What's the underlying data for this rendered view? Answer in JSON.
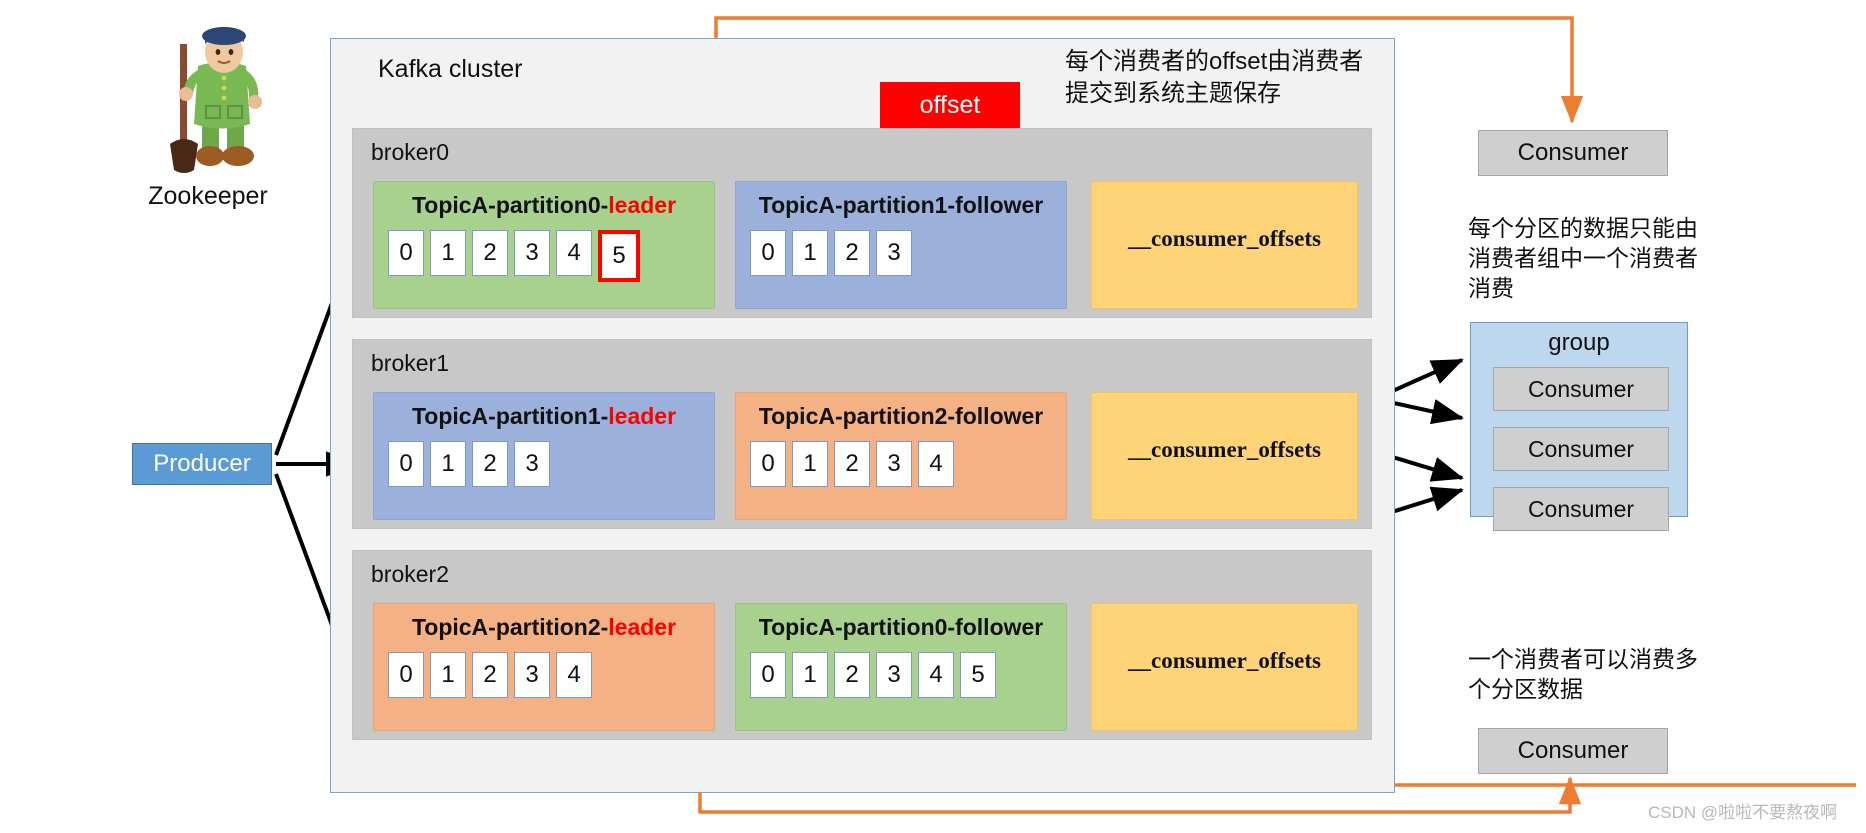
{
  "diagram": {
    "zookeeper": {
      "label": "Zookeeper",
      "icon": "zookeeper-mascot-icon"
    },
    "producer": {
      "label": "Producer"
    },
    "cluster": {
      "title": "Kafka cluster"
    },
    "offset_badge": {
      "label": "offset"
    },
    "notes": {
      "offset_note": "每个消费者的offset由消费者提交到系统主题保存",
      "partition_note": "每个分区的数据只能由消费者组中一个消费者消费",
      "multi_partition_note": "一个消费者可以消费多个分区数据"
    },
    "brokers": [
      {
        "name": "broker0",
        "panels": [
          {
            "topic": "TopicA-partition0-",
            "role": "leader",
            "role_type": "leader",
            "color": "green",
            "cells": [
              "0",
              "1",
              "2",
              "3",
              "4",
              "5"
            ],
            "highlight_index": 5
          },
          {
            "topic": "TopicA-partition1-",
            "role": "follower",
            "role_type": "follower",
            "color": "blue",
            "cells": [
              "0",
              "1",
              "2",
              "3"
            ],
            "highlight_index": -1
          },
          {
            "topic": "__consumer_offsets",
            "role": "",
            "role_type": "offsets",
            "color": "yellow",
            "cells": [],
            "highlight_index": -1
          }
        ]
      },
      {
        "name": "broker1",
        "panels": [
          {
            "topic": "TopicA-partition1-",
            "role": "leader",
            "role_type": "leader",
            "color": "blue",
            "cells": [
              "0",
              "1",
              "2",
              "3"
            ],
            "highlight_index": -1
          },
          {
            "topic": "TopicA-partition2-",
            "role": "follower",
            "role_type": "follower",
            "color": "orange",
            "cells": [
              "0",
              "1",
              "2",
              "3",
              "4"
            ],
            "highlight_index": -1
          },
          {
            "topic": "__consumer_offsets",
            "role": "",
            "role_type": "offsets",
            "color": "yellow",
            "cells": [],
            "highlight_index": -1
          }
        ]
      },
      {
        "name": "broker2",
        "panels": [
          {
            "topic": "TopicA-partition2-",
            "role": "leader",
            "role_type": "leader",
            "color": "orange",
            "cells": [
              "0",
              "1",
              "2",
              "3",
              "4"
            ],
            "highlight_index": -1
          },
          {
            "topic": "TopicA-partition0-",
            "role": "follower",
            "role_type": "follower",
            "color": "green",
            "cells": [
              "0",
              "1",
              "2",
              "3",
              "4",
              "5"
            ],
            "highlight_index": -1
          },
          {
            "topic": "__consumer_offsets",
            "role": "",
            "role_type": "offsets",
            "color": "yellow",
            "cells": [],
            "highlight_index": -1
          }
        ]
      }
    ],
    "consumer_top": {
      "label": "Consumer"
    },
    "consumer_bottom": {
      "label": "Consumer"
    },
    "group": {
      "title": "group",
      "consumers": [
        {
          "label": "Consumer"
        },
        {
          "label": "Consumer"
        },
        {
          "label": "Consumer"
        }
      ]
    },
    "watermark": "CSDN @啦啦不要熬夜啊",
    "colors": {
      "leader_red": "#FF0000",
      "producer_blue": "#5B9BD5",
      "group_blue": "#BDD7EE",
      "panel_green": "#A9D18E",
      "panel_blue": "#9BB0DA",
      "panel_orange": "#F4B183",
      "panel_yellow": "#FFD479",
      "broker_gray": "#C8C8C8",
      "arrow_orange": "#ED7D31",
      "arrow_black": "#000000"
    }
  }
}
